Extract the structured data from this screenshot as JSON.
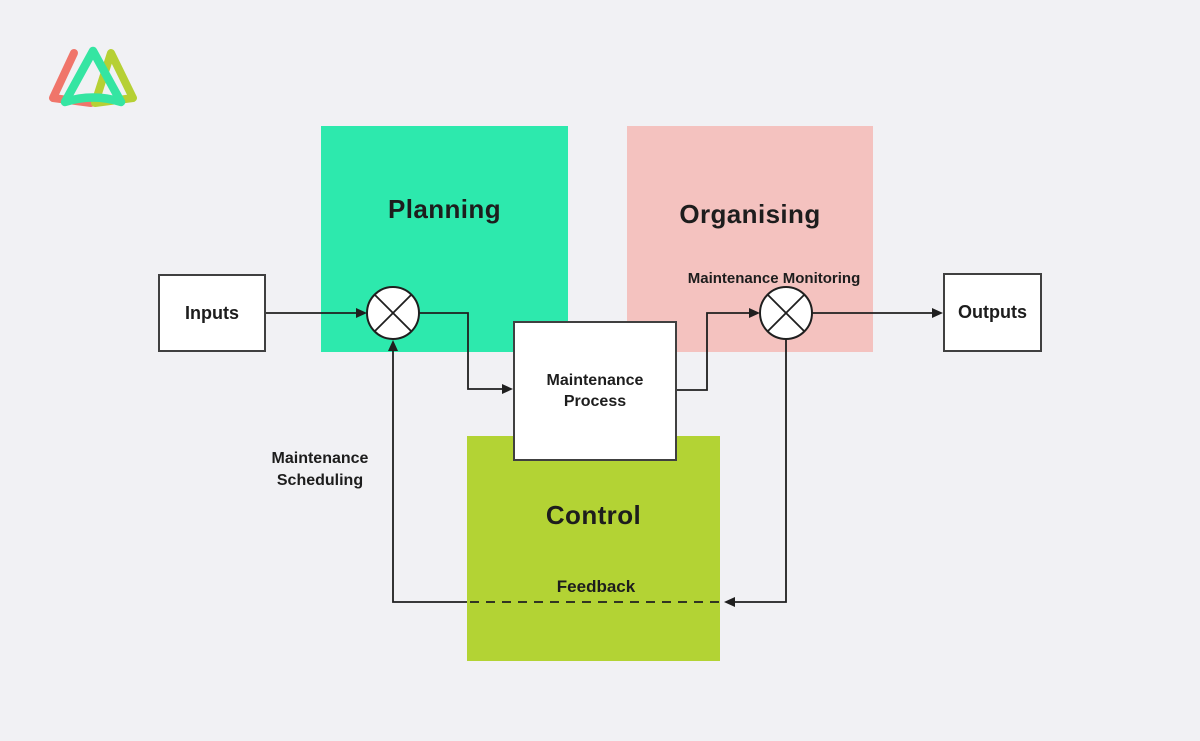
{
  "page": {
    "background_color": "#f1f1f4",
    "line_color": "#1f1f1f",
    "text_color": "#1d1d1d"
  },
  "logo": {
    "name": "triangle-brand-logo",
    "colors": {
      "left": "#f0756a",
      "middle": "#35e5a2",
      "right": "#b6d034"
    }
  },
  "diagram": {
    "stages": [
      {
        "id": "planning",
        "label": "Planning",
        "color": "#2de9ad"
      },
      {
        "id": "organising",
        "label": "Organising",
        "color": "#f4c2bf"
      },
      {
        "id": "control",
        "label": "Control",
        "color": "#b3d334"
      }
    ],
    "nodes": [
      {
        "id": "inputs",
        "label": "Inputs"
      },
      {
        "id": "outputs",
        "label": "Outputs"
      },
      {
        "id": "maintenance_process",
        "label": "Maintenance Process"
      }
    ],
    "labels": {
      "maintenance_monitoring": "Maintenance Monitoring",
      "maintenance_scheduling": "Maintenance Scheduling",
      "feedback": "Feedback"
    },
    "junctions": [
      {
        "id": "scheduling-junction",
        "symbol": "crossed-circle"
      },
      {
        "id": "monitoring-junction",
        "symbol": "crossed-circle"
      }
    ]
  }
}
